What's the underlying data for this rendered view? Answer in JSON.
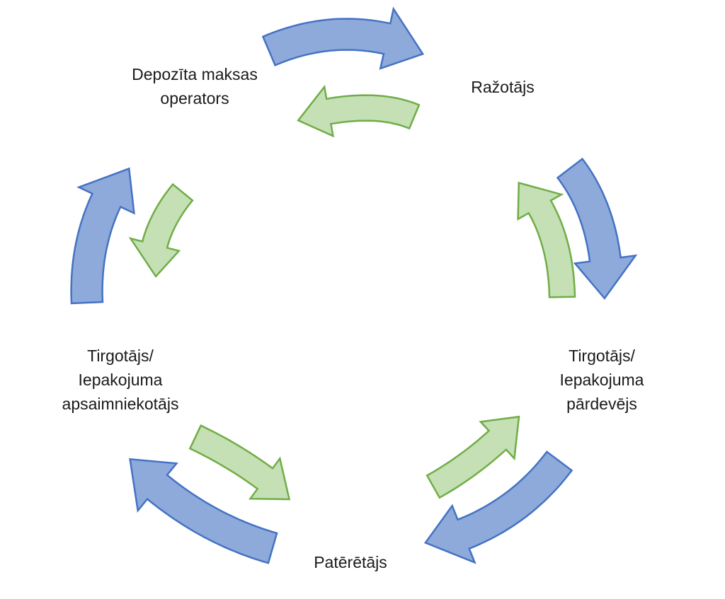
{
  "nodes": {
    "deposit_operator": {
      "lines": [
        "Depozīta maksas",
        "operators"
      ]
    },
    "producer": {
      "lines": [
        "Ražotājs"
      ]
    },
    "seller": {
      "lines": [
        "Tirgotājs/",
        "Iepakojuma",
        "pārdevējs"
      ]
    },
    "consumer": {
      "lines": [
        "Patērētājs"
      ]
    },
    "manager": {
      "lines": [
        "Tirgotājs/",
        "Iepakojuma",
        "apsaimniekotājs"
      ]
    }
  },
  "colors": {
    "blue_fill": "#8eaadb",
    "blue_stroke": "#4472c4",
    "green_fill": "#c5e0b4",
    "green_stroke": "#70ad47"
  },
  "arrows": [
    {
      "from": "deposit_operator",
      "to": "producer",
      "color": "blue"
    },
    {
      "from": "producer",
      "to": "deposit_operator",
      "color": "green"
    },
    {
      "from": "producer",
      "to": "seller",
      "color": "blue"
    },
    {
      "from": "seller",
      "to": "producer",
      "color": "green"
    },
    {
      "from": "seller",
      "to": "consumer",
      "color": "blue"
    },
    {
      "from": "consumer",
      "to": "seller",
      "color": "green"
    },
    {
      "from": "consumer",
      "to": "manager",
      "color": "blue"
    },
    {
      "from": "manager",
      "to": "consumer",
      "color": "green"
    },
    {
      "from": "manager",
      "to": "deposit_operator",
      "color": "blue"
    },
    {
      "from": "deposit_operator",
      "to": "manager",
      "color": "green"
    }
  ]
}
